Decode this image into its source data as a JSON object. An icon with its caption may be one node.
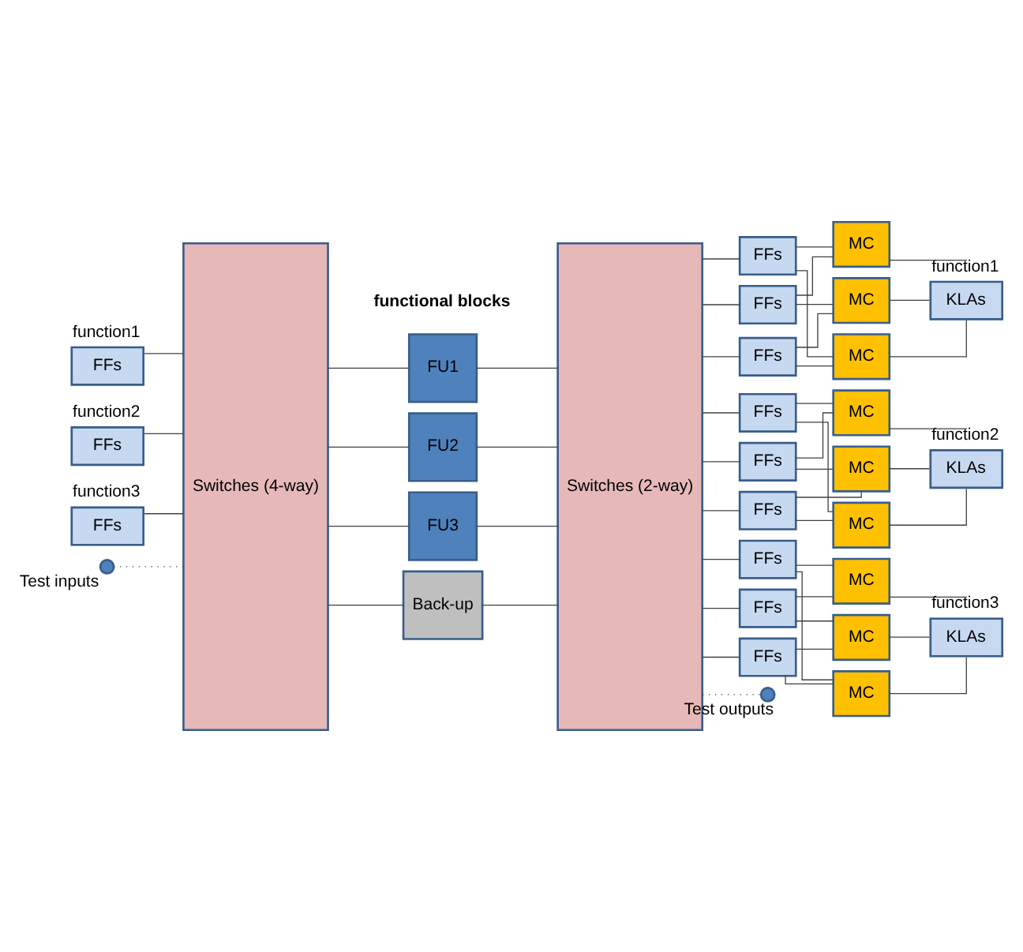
{
  "diagram": {
    "nodes": [
      {
        "text": [
          "FFs"
        ],
        "beside": [
          "function1"
        ]
      },
      {
        "text": [
          "FFs"
        ],
        "beside": [
          "function2"
        ]
      },
      {
        "text": [
          "FFs"
        ],
        "beside": [
          "function3"
        ]
      },
      {
        "text": [],
        "shape": "circle",
        "beside": [
          "Test inputs"
        ]
      },
      {
        "text": [
          "Switches (4-way)"
        ]
      },
      {
        "text": [
          "FU1"
        ]
      },
      {
        "text": [
          "FU2"
        ]
      },
      {
        "text": [
          "FU3"
        ]
      },
      {
        "text": [
          "Back-up"
        ]
      },
      {
        "text": [
          "Switches (2-way)"
        ]
      },
      {
        "text": [],
        "shape": "circle",
        "beside": [
          "Test outputs"
        ]
      },
      {
        "text": [
          "FFs"
        ]
      },
      {
        "text": [
          "FFs"
        ]
      },
      {
        "text": [
          "FFs"
        ]
      },
      {
        "text": [
          "MC"
        ]
      },
      {
        "text": [
          "MC"
        ]
      },
      {
        "text": [
          "MC"
        ]
      },
      {
        "text": [
          "KLAs"
        ],
        "beside": [
          "function1"
        ]
      },
      {
        "text": [
          "FFs"
        ]
      },
      {
        "text": [
          "FFs"
        ]
      },
      {
        "text": [
          "FFs"
        ]
      },
      {
        "text": [
          "MC"
        ]
      },
      {
        "text": [
          "MC"
        ]
      },
      {
        "text": [
          "MC"
        ]
      },
      {
        "text": [
          "KLAs"
        ],
        "beside": [
          "function2"
        ]
      },
      {
        "text": [
          "FFs"
        ]
      },
      {
        "text": [
          "FFs"
        ]
      },
      {
        "text": [
          "FFs"
        ]
      },
      {
        "text": [
          "MC"
        ]
      },
      {
        "text": [
          "MC"
        ]
      },
      {
        "text": [
          "MC"
        ]
      },
      {
        "text": [
          "KLAs"
        ],
        "beside": [
          "function3"
        ]
      }
    ],
    "edges": [
      {
        "from": 0,
        "to": 4,
        "arrow": "none"
      },
      {
        "from": 1,
        "to": 4,
        "arrow": "none"
      },
      {
        "from": 2,
        "to": 4,
        "arrow": "none"
      },
      {
        "from": 3,
        "to": 4,
        "arrow": "none",
        "style": "dashed"
      },
      {
        "from": 4,
        "to": 5,
        "arrow": "none"
      },
      {
        "from": 4,
        "to": 6,
        "arrow": "none"
      },
      {
        "from": 4,
        "to": 7,
        "arrow": "none"
      },
      {
        "from": 4,
        "to": 8,
        "arrow": "none"
      },
      {
        "from": 5,
        "to": 9,
        "arrow": "none"
      },
      {
        "from": 6,
        "to": 9,
        "arrow": "none"
      },
      {
        "from": 7,
        "to": 9,
        "arrow": "none"
      },
      {
        "from": 8,
        "to": 9,
        "arrow": "none"
      },
      {
        "from": 9,
        "to": 11,
        "arrow": "none"
      },
      {
        "from": 9,
        "to": 12,
        "arrow": "none"
      },
      {
        "from": 9,
        "to": 13,
        "arrow": "none"
      },
      {
        "from": 9,
        "to": 18,
        "arrow": "none"
      },
      {
        "from": 9,
        "to": 19,
        "arrow": "none"
      },
      {
        "from": 9,
        "to": 20,
        "arrow": "none"
      },
      {
        "from": 9,
        "to": 25,
        "arrow": "none"
      },
      {
        "from": 9,
        "to": 26,
        "arrow": "none"
      },
      {
        "from": 9,
        "to": 27,
        "arrow": "none"
      },
      {
        "from": 9,
        "to": 10,
        "arrow": "none",
        "style": "dashed"
      },
      {
        "from": 11,
        "to": 14,
        "arrow": "none"
      },
      {
        "from": 11,
        "to": 16,
        "arrow": "none"
      },
      {
        "from": 12,
        "to": 14,
        "arrow": "none"
      },
      {
        "from": 12,
        "to": 15,
        "arrow": "none"
      },
      {
        "from": 13,
        "to": 15,
        "arrow": "none"
      },
      {
        "from": 13,
        "to": 16,
        "arrow": "none"
      },
      {
        "from": 14,
        "to": 17,
        "arrow": "none"
      },
      {
        "from": 15,
        "to": 17,
        "arrow": "none"
      },
      {
        "from": 16,
        "to": 17,
        "arrow": "none"
      },
      {
        "from": 18,
        "to": 21,
        "arrow": "none"
      },
      {
        "from": 18,
        "to": 23,
        "arrow": "none"
      },
      {
        "from": 19,
        "to": 21,
        "arrow": "none"
      },
      {
        "from": 19,
        "to": 22,
        "arrow": "none"
      },
      {
        "from": 20,
        "to": 22,
        "arrow": "none"
      },
      {
        "from": 20,
        "to": 23,
        "arrow": "none"
      },
      {
        "from": 21,
        "to": 24,
        "arrow": "none"
      },
      {
        "from": 22,
        "to": 24,
        "arrow": "none"
      },
      {
        "from": 23,
        "to": 24,
        "arrow": "none"
      },
      {
        "from": 25,
        "to": 28,
        "arrow": "none"
      },
      {
        "from": 25,
        "to": 30,
        "arrow": "none"
      },
      {
        "from": 26,
        "to": 28,
        "arrow": "none"
      },
      {
        "from": 26,
        "to": 29,
        "arrow": "none"
      },
      {
        "from": 27,
        "to": 29,
        "arrow": "none"
      },
      {
        "from": 27,
        "to": 30,
        "arrow": "none"
      },
      {
        "from": 28,
        "to": 31,
        "arrow": "none"
      },
      {
        "from": 29,
        "to": 31,
        "arrow": "none"
      },
      {
        "from": 30,
        "to": 31,
        "arrow": "none"
      }
    ],
    "labels": [
      "functional blocks"
    ]
  }
}
